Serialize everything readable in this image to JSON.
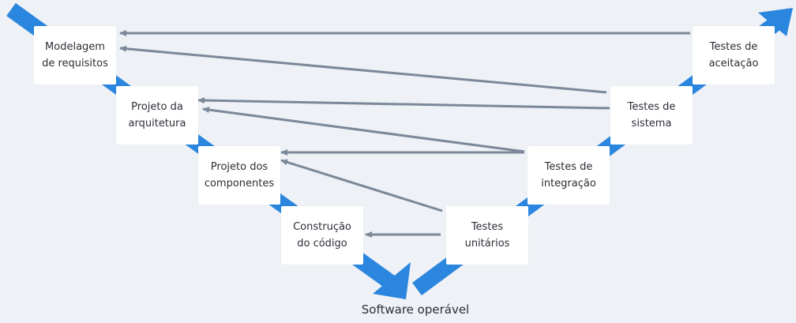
{
  "colors": {
    "background": "#eef1f5",
    "v_shape": "#2a86de",
    "arrows": "#7a8899",
    "box": "#ffffff"
  },
  "left_phases": [
    "Modelagem\nde requisitos",
    "Projeto da\narquitetura",
    "Projeto dos\ncomponentes",
    "Construção\ndo código"
  ],
  "right_phases": [
    "Testes\nunitários",
    "Testes de\nintegração",
    "Testes de\nsistema",
    "Testes de\naceitação"
  ],
  "caption": "Software operável"
}
